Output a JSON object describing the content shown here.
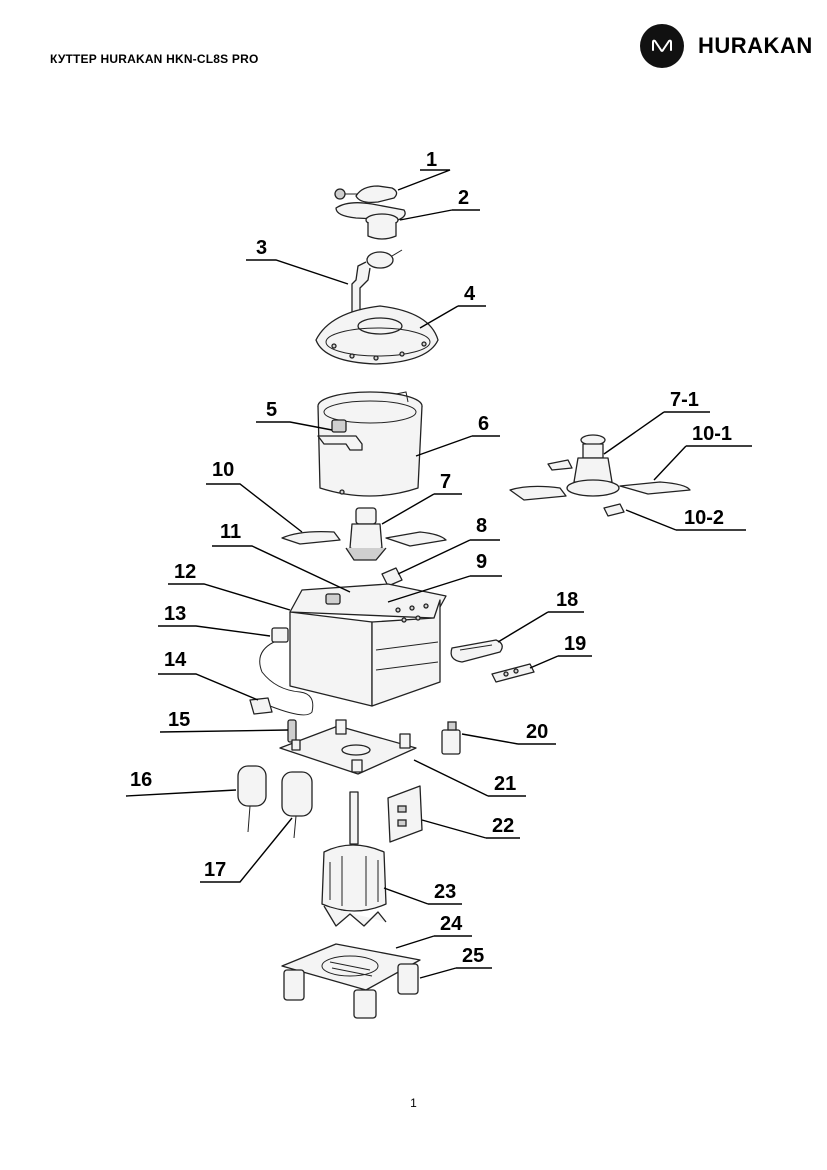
{
  "header": {
    "title": "КУТТЕР HURAKAN HKN-CL8S PRO"
  },
  "brand": {
    "name": "HURAKAN",
    "logo_icon": "hurakan-logo-icon"
  },
  "callouts": {
    "c1": "1",
    "c2": "2",
    "c3": "3",
    "c4": "4",
    "c5": "5",
    "c6": "6",
    "c7": "7",
    "c7_1": "7-1",
    "c8": "8",
    "c9": "9",
    "c10": "10",
    "c10_1": "10-1",
    "c10_2": "10-2",
    "c11": "11",
    "c12": "12",
    "c13": "13",
    "c14": "14",
    "c15": "15",
    "c16": "16",
    "c17": "17",
    "c18": "18",
    "c19": "19",
    "c20": "20",
    "c21": "21",
    "c22": "22",
    "c23": "23",
    "c24": "24",
    "c25": "25"
  },
  "footer": {
    "page_number": "1"
  }
}
